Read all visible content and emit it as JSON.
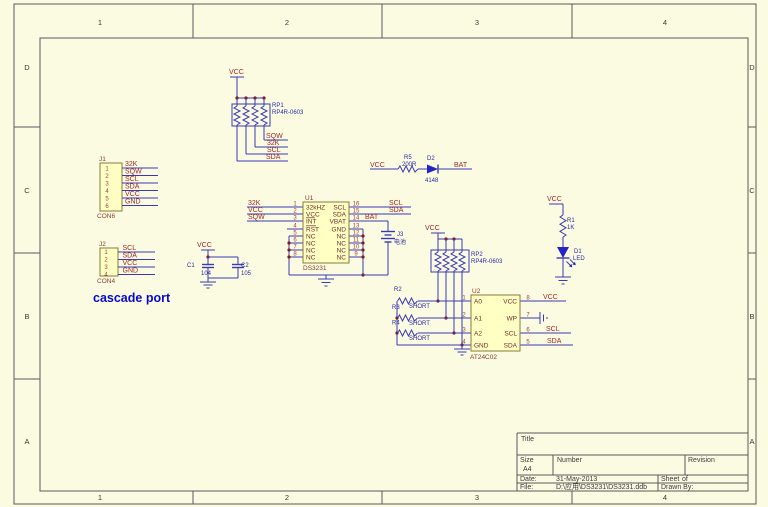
{
  "sheet": {
    "zones_h": [
      "1",
      "2",
      "3",
      "4"
    ],
    "zones_v": [
      "D",
      "C",
      "B",
      "A"
    ],
    "caption": "cascade port"
  },
  "nets": {
    "vcc": "VCC",
    "gnd": "GND",
    "scl": "SCL",
    "sda": "SDA",
    "sqw": "SQW",
    "clk32k": "32K",
    "bat": "BAT"
  },
  "components": {
    "j1": {
      "designator": "J1",
      "part": "CON6",
      "pins": [
        "1",
        "2",
        "3",
        "4",
        "5",
        "6"
      ],
      "nets": [
        "32K",
        "SQW",
        "SCL",
        "SDA",
        "VCC",
        "GND"
      ]
    },
    "j2": {
      "designator": "J2",
      "part": "CON4",
      "pins": [
        "1",
        "2",
        "3",
        "4"
      ],
      "nets": [
        "SCL",
        "SDA",
        "VCC",
        "GND"
      ]
    },
    "j3": {
      "designator": "J3",
      "label": "电池"
    },
    "rp1": {
      "designator": "RP1",
      "part": "RP4R-0603"
    },
    "rp2": {
      "designator": "RP2",
      "part": "RP4R-0603"
    },
    "u1": {
      "designator": "U1",
      "part": "DS3231",
      "left_pins": [
        {
          "n": "1",
          "name": "32kHZ"
        },
        {
          "n": "2",
          "name": "VCC"
        },
        {
          "n": "3",
          "name": "INT"
        },
        {
          "n": "4",
          "name": "RST"
        },
        {
          "n": "5",
          "name": "NC"
        },
        {
          "n": "6",
          "name": "NC"
        },
        {
          "n": "7",
          "name": "NC"
        },
        {
          "n": "8",
          "name": "NC"
        }
      ],
      "right_pins": [
        {
          "n": "16",
          "name": "SCL"
        },
        {
          "n": "15",
          "name": "SDA"
        },
        {
          "n": "14",
          "name": "VBAT"
        },
        {
          "n": "13",
          "name": "GND"
        },
        {
          "n": "12",
          "name": "NC"
        },
        {
          "n": "11",
          "name": "NC"
        },
        {
          "n": "10",
          "name": "NC"
        },
        {
          "n": "9",
          "name": "NC"
        }
      ]
    },
    "u2": {
      "designator": "U2",
      "part": "AT24C02",
      "left_pins": [
        {
          "n": "1",
          "name": "A0"
        },
        {
          "n": "2",
          "name": "A1"
        },
        {
          "n": "3",
          "name": "A2"
        },
        {
          "n": "4",
          "name": "GND"
        }
      ],
      "right_pins": [
        {
          "n": "8",
          "name": "VCC"
        },
        {
          "n": "7",
          "name": "WP"
        },
        {
          "n": "6",
          "name": "SCL"
        },
        {
          "n": "5",
          "name": "SDA"
        }
      ]
    },
    "c1": {
      "designator": "C1",
      "value": "104"
    },
    "c2": {
      "designator": "C2",
      "value": "105"
    },
    "r1": {
      "designator": "R1",
      "value": "1K"
    },
    "r2": {
      "designator": "R2",
      "value": "SHORT"
    },
    "r3": {
      "designator": "R3",
      "value": "SHORT"
    },
    "r4": {
      "designator": "R4",
      "value": "SHORT"
    },
    "r5": {
      "designator": "R5",
      "value": "200R"
    },
    "d1": {
      "designator": "D1",
      "value": "LED"
    },
    "d2": {
      "designator": "D2",
      "value": "4148"
    }
  },
  "title_block": {
    "title_label": "Title",
    "size_label": "Size",
    "size": "A4",
    "number_label": "Number",
    "revision_label": "Revision",
    "date_label": "Date:",
    "date": "31-May-2013",
    "sheet_label": "Sheet",
    "of_label": "of",
    "file_label": "File:",
    "file": "D:\\应用\\DS3231\\DS3231.ddb",
    "drawn_label": "Drawn By:"
  },
  "colors": {
    "background": "#fbfbe2",
    "wire": "#3a3ab8",
    "net_label": "#a12828",
    "component_fill": "#ffffc4",
    "caption_blue": "#0808d0"
  }
}
